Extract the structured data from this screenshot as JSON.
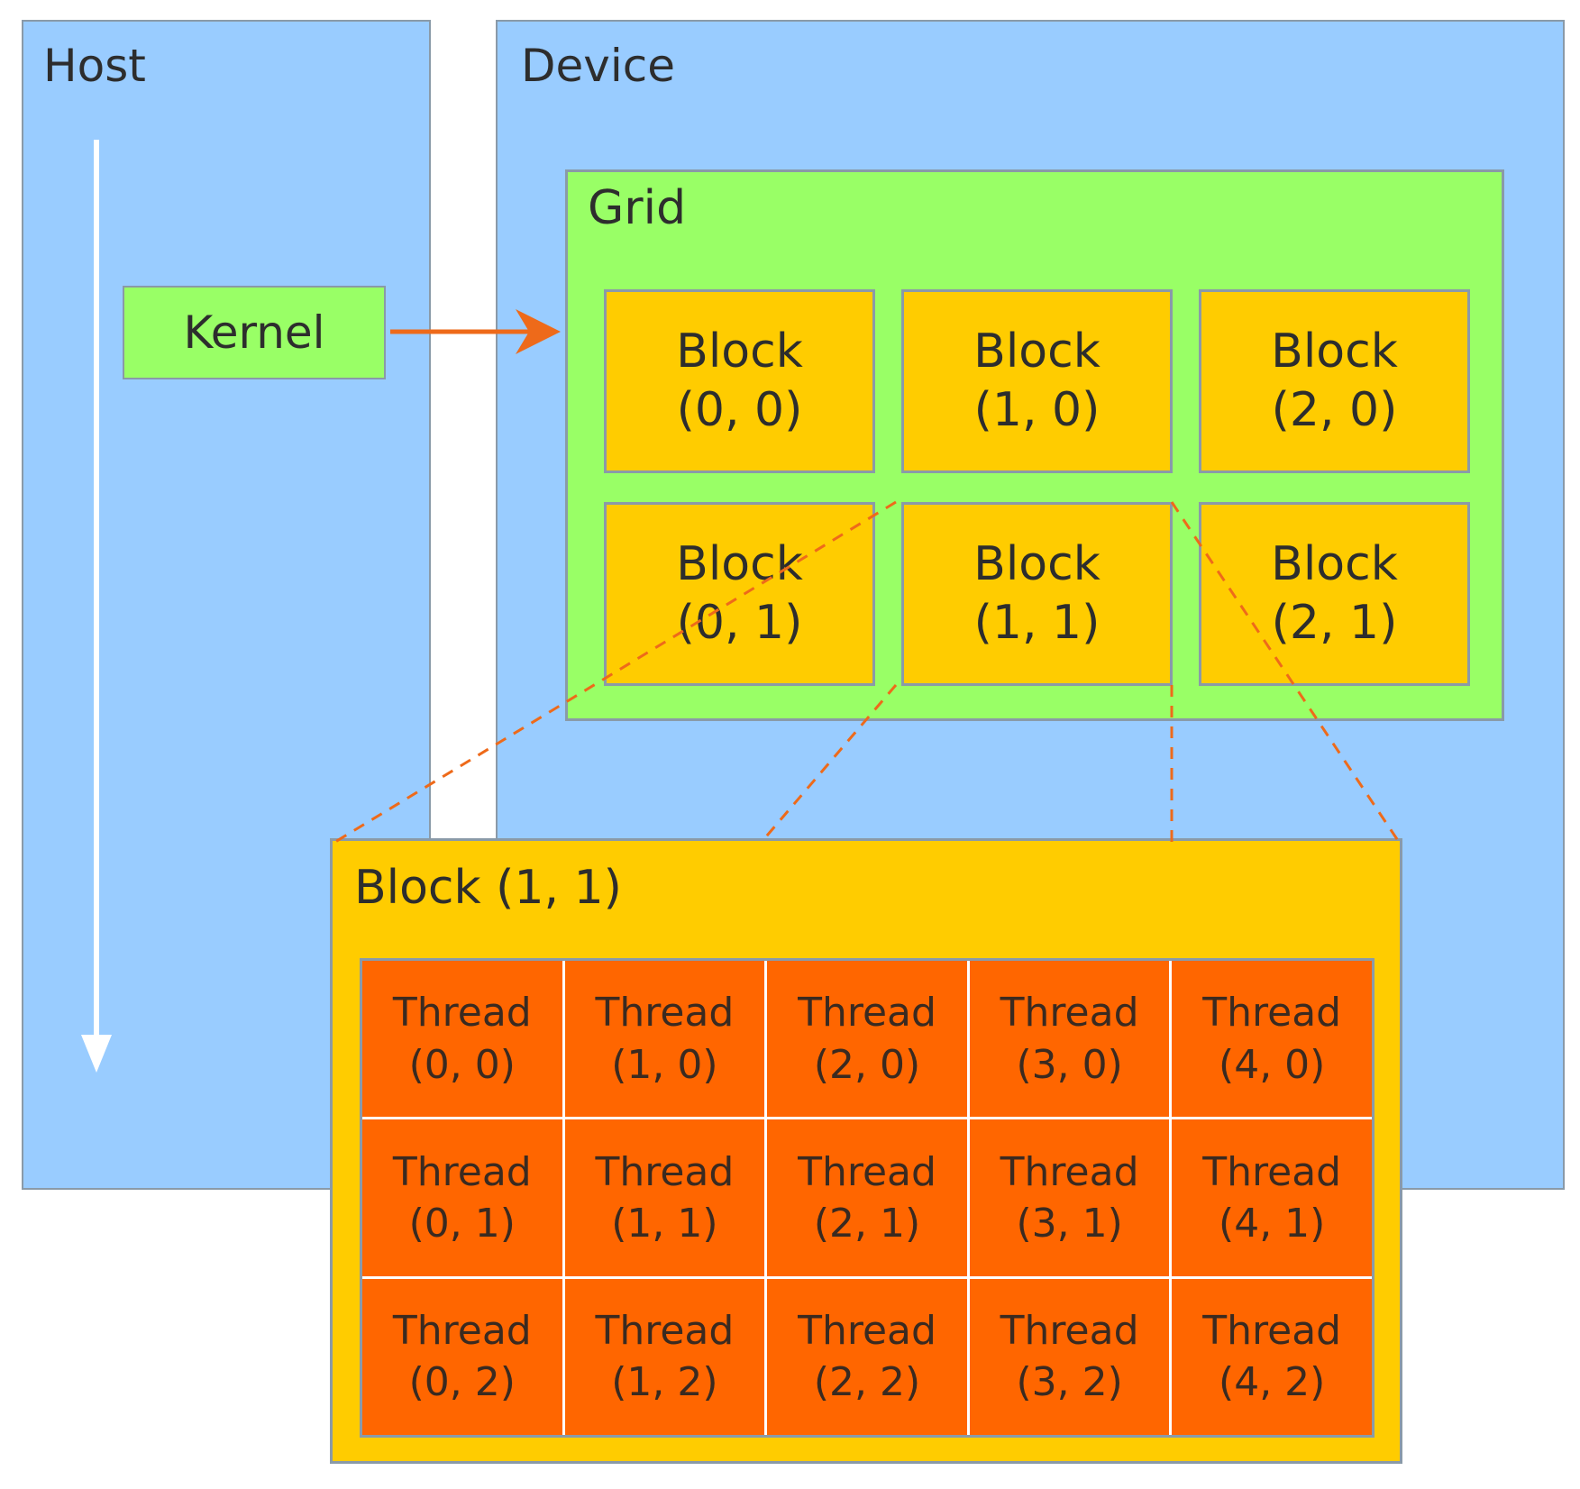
{
  "host": {
    "title": "Host"
  },
  "device": {
    "title": "Device"
  },
  "kernel": {
    "label": "Kernel"
  },
  "grid": {
    "title": "Grid",
    "blocks": [
      {
        "name": "Block",
        "coord": "(0, 0)"
      },
      {
        "name": "Block",
        "coord": "(1, 0)"
      },
      {
        "name": "Block",
        "coord": "(2, 0)"
      },
      {
        "name": "Block",
        "coord": "(0, 1)"
      },
      {
        "name": "Block",
        "coord": "(1, 1)"
      },
      {
        "name": "Block",
        "coord": "(2, 1)"
      }
    ]
  },
  "block_detail": {
    "title": "Block (1, 1)",
    "threads": [
      {
        "name": "Thread",
        "coord": "(0, 0)"
      },
      {
        "name": "Thread",
        "coord": "(1, 0)"
      },
      {
        "name": "Thread",
        "coord": "(2, 0)"
      },
      {
        "name": "Thread",
        "coord": "(3, 0)"
      },
      {
        "name": "Thread",
        "coord": "(4, 0)"
      },
      {
        "name": "Thread",
        "coord": "(0, 1)"
      },
      {
        "name": "Thread",
        "coord": "(1, 1)"
      },
      {
        "name": "Thread",
        "coord": "(2, 1)"
      },
      {
        "name": "Thread",
        "coord": "(3, 1)"
      },
      {
        "name": "Thread",
        "coord": "(4, 1)"
      },
      {
        "name": "Thread",
        "coord": "(0, 2)"
      },
      {
        "name": "Thread",
        "coord": "(1, 2)"
      },
      {
        "name": "Thread",
        "coord": "(2, 2)"
      },
      {
        "name": "Thread",
        "coord": "(3, 2)"
      },
      {
        "name": "Thread",
        "coord": "(4, 2)"
      }
    ]
  },
  "colors": {
    "panel": "#99ccff",
    "grid": "#99ff66",
    "block": "#ffcc00",
    "thread": "#ff6600",
    "connector": "#ee6a1a"
  }
}
